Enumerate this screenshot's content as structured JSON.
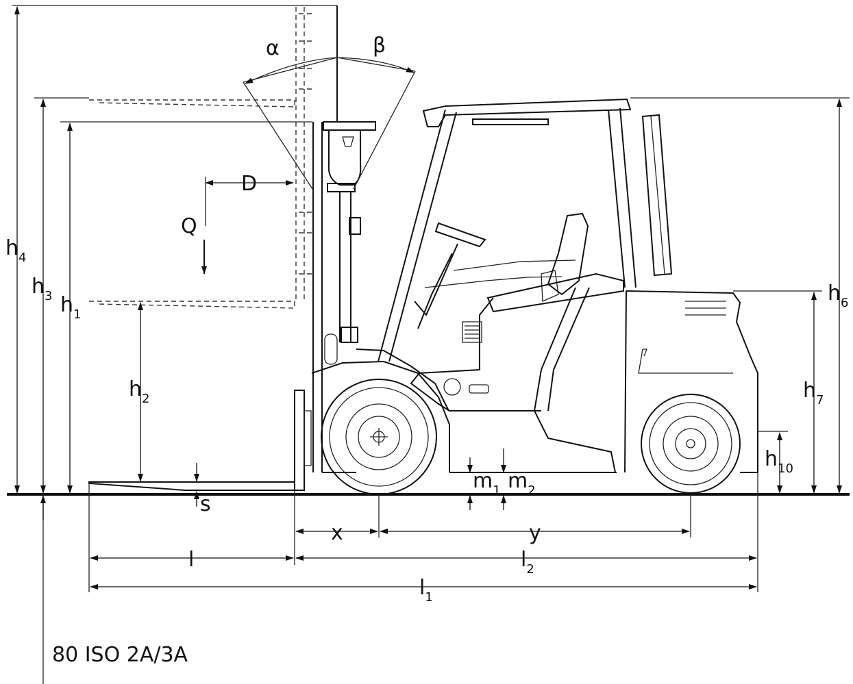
{
  "diagram": {
    "labels": {
      "alpha": "α",
      "beta": "β",
      "D": "D",
      "Q": "Q",
      "h4": {
        "base": "h",
        "sub": "4"
      },
      "h3": {
        "base": "h",
        "sub": "3"
      },
      "h1": {
        "base": "h",
        "sub": "1"
      },
      "h2": {
        "base": "h",
        "sub": "2"
      },
      "h6": {
        "base": "h",
        "sub": "6"
      },
      "h7": {
        "base": "h",
        "sub": "7"
      },
      "h10": {
        "base": "h",
        "sub": "10"
      },
      "m1": {
        "base": "m",
        "sub": "1"
      },
      "m2": {
        "base": "m",
        "sub": "2"
      },
      "s": "s",
      "x": "x",
      "y": "y",
      "l": "l",
      "l2": {
        "base": "l",
        "sub": "2"
      },
      "l1": {
        "base": "l",
        "sub": "1"
      }
    },
    "note": "80 ISO 2A/3A"
  }
}
